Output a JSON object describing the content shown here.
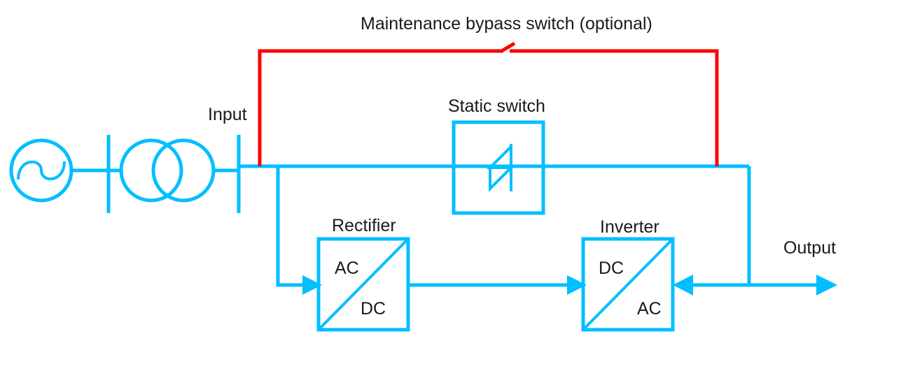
{
  "diagram": {
    "title": "Maintenance bypass switch (optional)",
    "type": "ups-single-line-diagram",
    "colors": {
      "ac_line": "#00bfff",
      "bypass_line": "#fe0000",
      "text": "#1a1a1a",
      "background": "#ffffff"
    },
    "labels": {
      "maintenance_bypass": "Maintenance bypass switch (optional)",
      "input": "Input",
      "static_switch": "Static switch",
      "rectifier": "Rectifier",
      "inverter": "Inverter",
      "output": "Output"
    },
    "blocks": {
      "rectifier": {
        "name": "Rectifier",
        "input_type": "AC",
        "output_type": "DC"
      },
      "inverter": {
        "name": "Inverter",
        "input_type": "DC",
        "output_type": "AC"
      },
      "static_switch": {
        "name": "Static switch",
        "symbol": "anti-parallel-thyristors"
      }
    },
    "symbols": {
      "source": "ac-source-sine",
      "transformer": "two-winding-transformer",
      "busbar_left": "busbar",
      "busbar_right": "busbar"
    }
  }
}
